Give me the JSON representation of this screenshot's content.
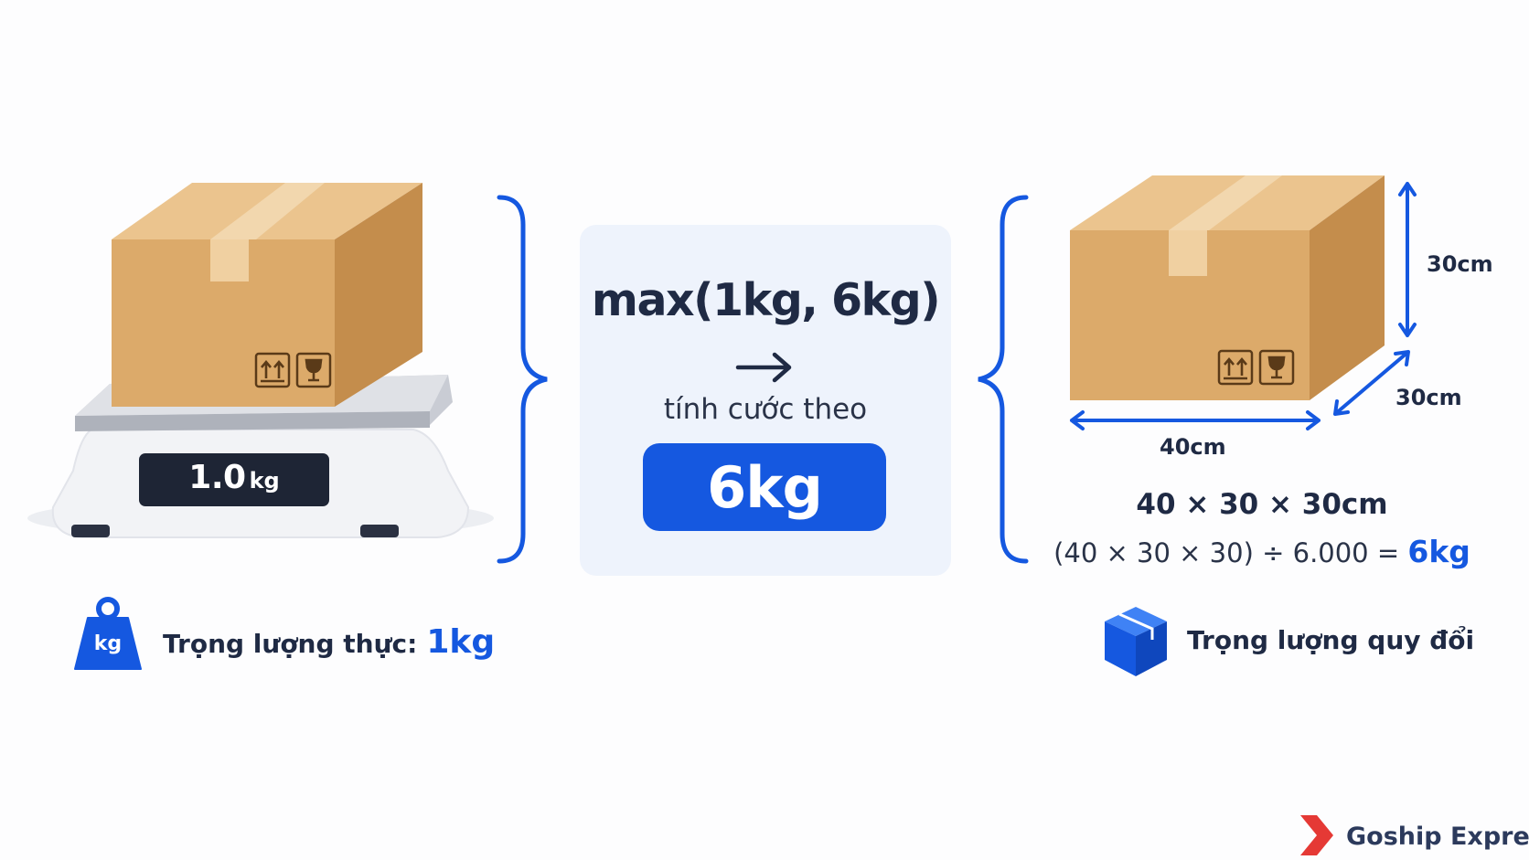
{
  "colors": {
    "accent": "#1558e0",
    "text": "#1f2a44",
    "panel": "#eef3fc",
    "cardboard": "#d9a866",
    "brand_red": "#e53935"
  },
  "left": {
    "display_value": "1.0",
    "display_unit": "kg",
    "weight_icon_text": "kg",
    "label": "Trọng lượng thực:",
    "value": "1kg"
  },
  "center": {
    "formula": "max(1kg, 6kg)",
    "arrow": "→",
    "label": "tính cước theo",
    "result": "6kg"
  },
  "right": {
    "height": "30cm",
    "depth": "30cm",
    "width": "40cm",
    "dimensions": "40 × 30 × 30cm",
    "calculation": "(40 × 30 × 30) ÷ 6.000 =",
    "calculation_result": "6kg",
    "label": "Trọng lượng quy đổi"
  },
  "brand": {
    "name": "Goship Express"
  },
  "icons": [
    "weight-icon",
    "box-icon",
    "this-way-up-icon",
    "fragile-icon",
    "arrow-right-icon",
    "brand-chevron-icon"
  ]
}
